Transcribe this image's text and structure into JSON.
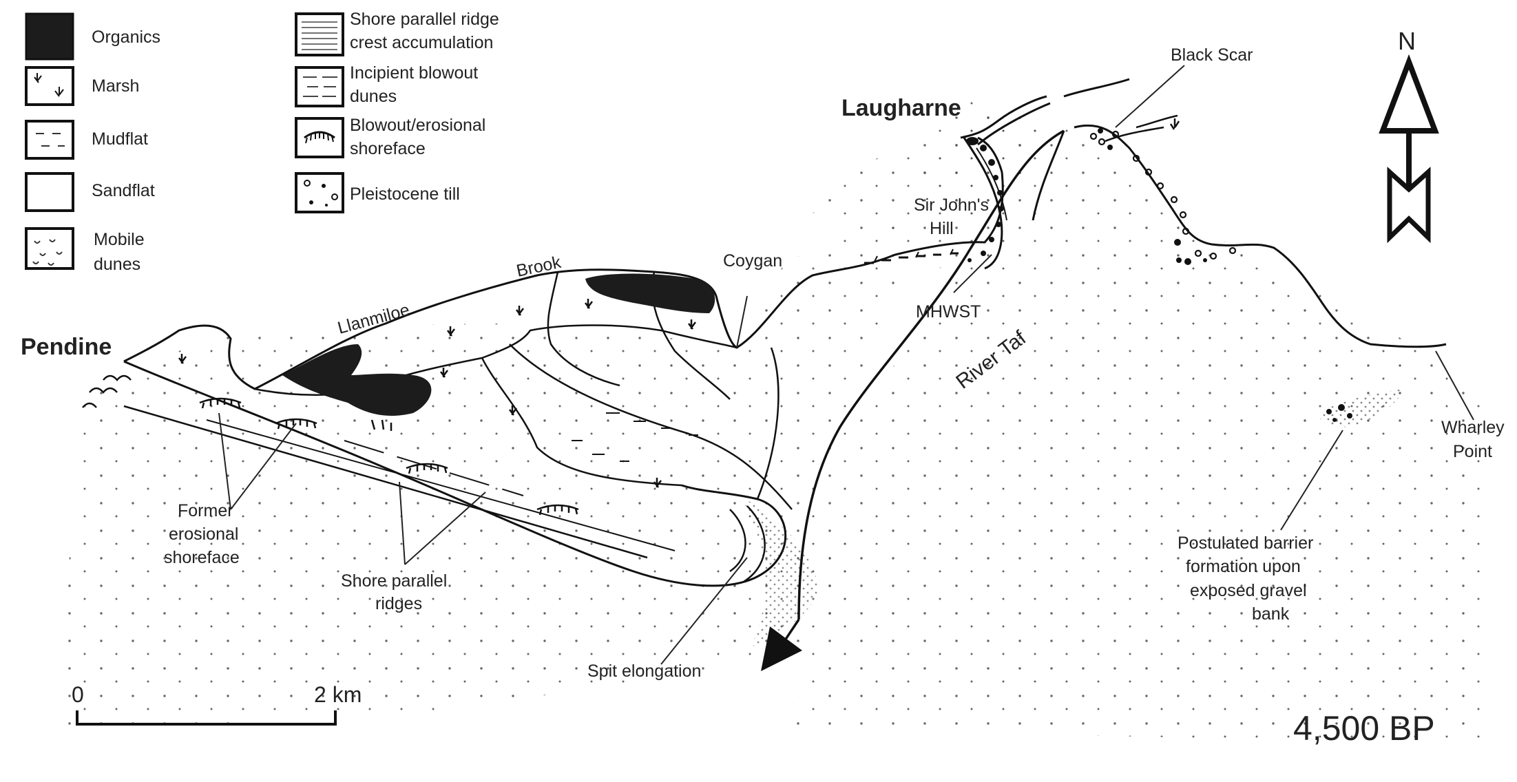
{
  "legend": {
    "items": [
      {
        "label": "Organics",
        "pattern": "organics"
      },
      {
        "label": "Marsh",
        "pattern": "marsh"
      },
      {
        "label": "Mudflat",
        "pattern": "mudflat"
      },
      {
        "label": "Sandflat",
        "pattern": "sandflat"
      },
      {
        "label_line1": "Mobile",
        "label_line2": "dunes",
        "pattern": "mobile-dunes"
      },
      {
        "label_line1": "Shore parallel ridge",
        "label_line2": "crest accumulation",
        "pattern": "ridge-crest"
      },
      {
        "label_line1": "Incipient blowout",
        "label_line2": "dunes",
        "pattern": "incipient-blowout"
      },
      {
        "label_line1": "Blowout/erosional",
        "label_line2": "shoreface",
        "pattern": "blowout-shoreface"
      },
      {
        "label": "Pleistocene till",
        "pattern": "till"
      }
    ]
  },
  "places": {
    "pendine": "Pendine",
    "laugharne": "Laugharne",
    "llanmiloe": "Llanmiloe",
    "brook": "Brook",
    "coygan": "Coygan",
    "sir_johns_hill_1": "Sir John's",
    "sir_johns_hill_2": "Hill",
    "mhwst": "MHWST",
    "black_scar": "Black Scar",
    "river_taf": "River Taf",
    "wharley_1": "Wharley",
    "wharley_2": "Point"
  },
  "annotations": {
    "former_1": "Former",
    "former_2": "erosional",
    "former_3": "shoreface",
    "ridges_1": "Shore parallel",
    "ridges_2": "ridges",
    "spit": "Spit elongation",
    "barrier_1": "Postulated barrier",
    "barrier_2": "formation upon",
    "barrier_3": "exposed gravel",
    "barrier_4": "bank"
  },
  "north_label": "N",
  "scale": {
    "start": "0",
    "end": "2 km"
  },
  "date_label": "4,500 BP",
  "colors": {
    "ink": "#1a1a1a",
    "organics": "#1c1c1c",
    "paper": "#ffffff"
  }
}
